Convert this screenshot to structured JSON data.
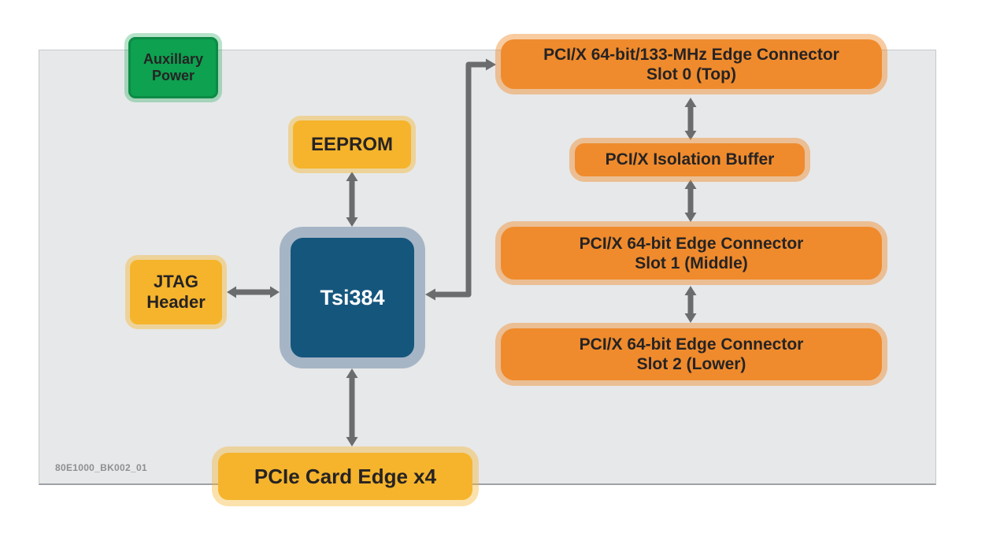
{
  "diagram": {
    "figure_label": "80E1000_BK002_01",
    "colors": {
      "green": "#0DA150",
      "green_border": "#0C8B45",
      "yellow": "#F5B42C",
      "orange": "#EF8B2D",
      "chip_fill": "#15567D",
      "chip_border": "#A6B5C6",
      "arrow": "#6A6C6E",
      "board_fill": "#E7E8E9",
      "text_dark": "#262324",
      "label_gray": "#8D8F92"
    },
    "nodes": {
      "aux_power": {
        "line1": "Auxillary",
        "line2": "Power"
      },
      "eeprom": {
        "line1": "EEPROM"
      },
      "jtag_header": {
        "line1": "JTAG",
        "line2": "Header"
      },
      "tsi384": {
        "line1": "Tsi384"
      },
      "pcie_card_edge": {
        "line1": "PCIe Card Edge x4"
      },
      "slot0": {
        "line1": "PCI/X 64-bit/133-MHz Edge Connector",
        "line2": "Slot 0 (Top)"
      },
      "isolation_buffer": {
        "line1": "PCI/X Isolation Buffer"
      },
      "slot1": {
        "line1": "PCI/X 64-bit Edge Connector",
        "line2": "Slot 1 (Middle)"
      },
      "slot2": {
        "line1": "PCI/X 64-bit Edge Connector",
        "line2": "Slot 2 (Lower)"
      }
    }
  }
}
